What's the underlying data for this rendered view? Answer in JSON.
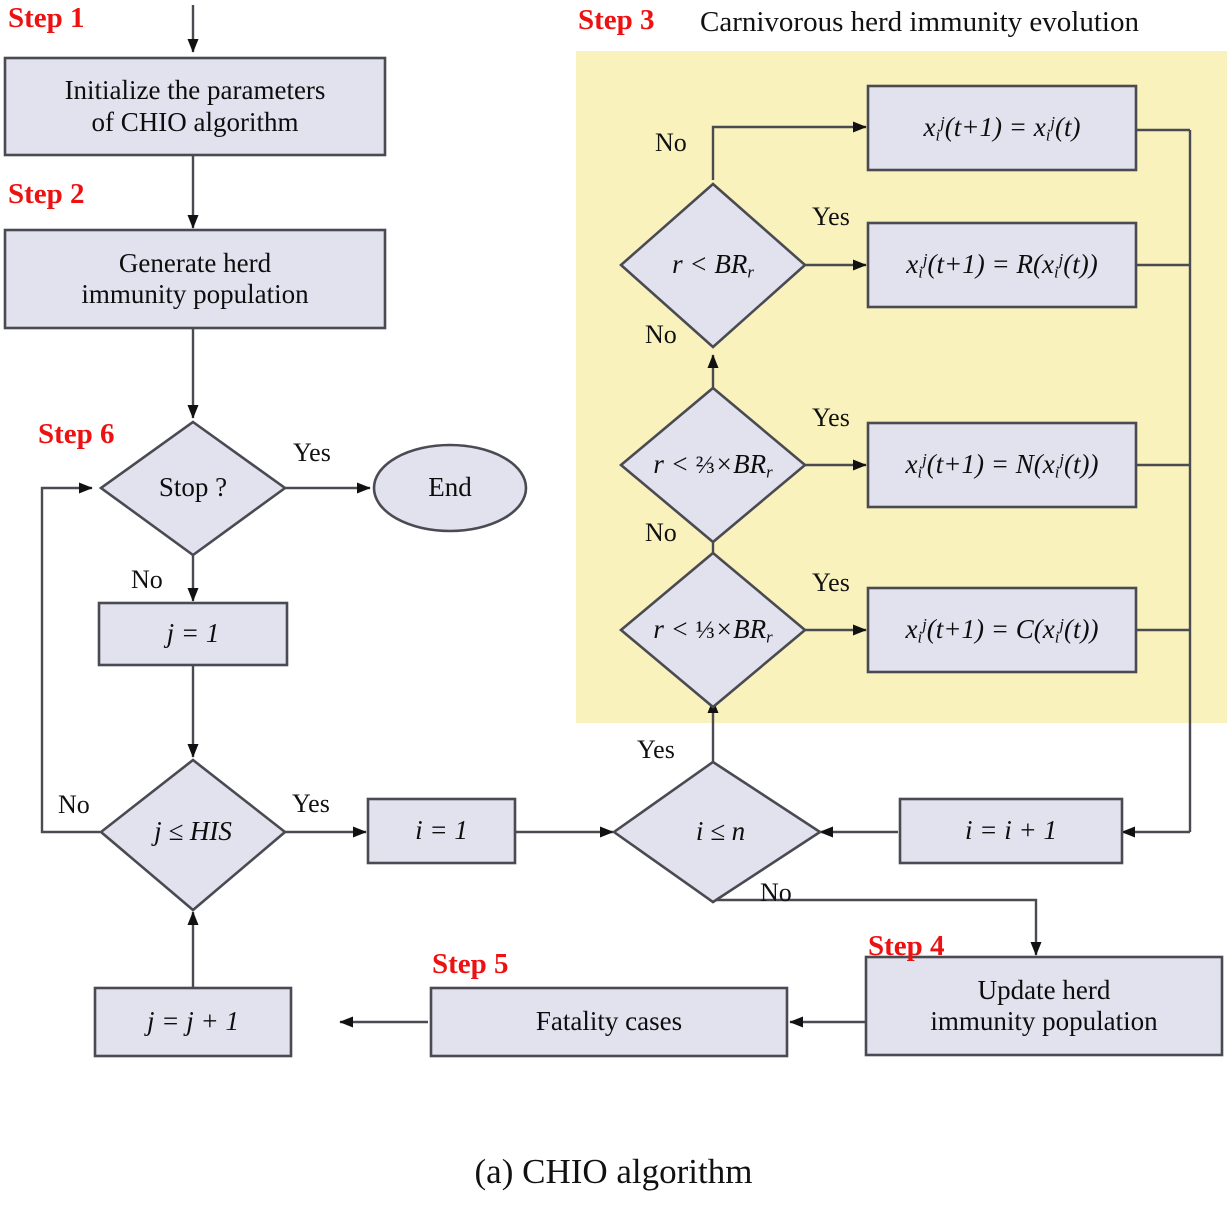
{
  "caption": "(a) CHIO algorithm",
  "steps": [
    {
      "id": "step1",
      "label": "Step 1",
      "title": ""
    },
    {
      "id": "step2",
      "label": "Step 2",
      "title": ""
    },
    {
      "id": "step3",
      "label": "Step 3",
      "title": "Carnivorous herd immunity evolution"
    },
    {
      "id": "step4",
      "label": "Step 4",
      "title": ""
    },
    {
      "id": "step5",
      "label": "Step 5",
      "title": ""
    },
    {
      "id": "step6",
      "label": "Step 6",
      "title": ""
    }
  ],
  "colors": {
    "node_fill": "#e2e1ee",
    "node_stroke": "#4a4a52",
    "highlight_region": "#f9f2bd",
    "step_label": "#ee1111",
    "edge": "#4a4a52",
    "background": "#ffffff"
  },
  "nodes": {
    "init": {
      "shape": "rect",
      "text": "Initialize the parameters\nof CHIO algorithm"
    },
    "generate": {
      "shape": "rect",
      "text": "Generate herd\nimmunity population"
    },
    "stop": {
      "shape": "diamond",
      "text": "Stop ?"
    },
    "end": {
      "shape": "ellipse",
      "text": "End"
    },
    "j_init": {
      "shape": "rect",
      "text": "j =  1"
    },
    "j_his": {
      "shape": "diamond",
      "text": "j ≤ HIS"
    },
    "i_init": {
      "shape": "rect",
      "text": "i = 1"
    },
    "i_n": {
      "shape": "diamond",
      "text": "i ≤ n"
    },
    "i_inc": {
      "shape": "rect",
      "text": "i = i + 1"
    },
    "update": {
      "shape": "rect",
      "text": "Update herd\nimmunity population"
    },
    "fatality": {
      "shape": "rect",
      "text": "Fatality cases"
    },
    "j_inc": {
      "shape": "rect",
      "text": "j = j + 1"
    },
    "d_br": {
      "shape": "diamond",
      "text": "r < BR_r"
    },
    "d_23br": {
      "shape": "diamond",
      "text": "r < ⅔×BR_r"
    },
    "d_13br": {
      "shape": "diamond",
      "text": "r < ⅓×BR_r"
    },
    "f_same": {
      "shape": "rect",
      "text": "x_i^j(t+1) = x_i^j(t)"
    },
    "f_R": {
      "shape": "rect",
      "text": "x_i^j(t+1) = R(x_i^j(t))"
    },
    "f_N": {
      "shape": "rect",
      "text": "x_i^j(t+1) = N(x_i^j(t))"
    },
    "f_C": {
      "shape": "rect",
      "text": "x_i^j(t+1) = C(x_i^j(t))"
    }
  },
  "edge_labels": {
    "stop_yes": "Yes",
    "stop_no": "No",
    "jhis_no": "No",
    "jhis_yes": "Yes",
    "in_yes": "Yes",
    "in_no": "No",
    "br_no_top": "No",
    "br_yes": "Yes",
    "br23_no": "No",
    "br23_yes": "Yes",
    "br13_no": "No",
    "br13_yes": "Yes"
  }
}
